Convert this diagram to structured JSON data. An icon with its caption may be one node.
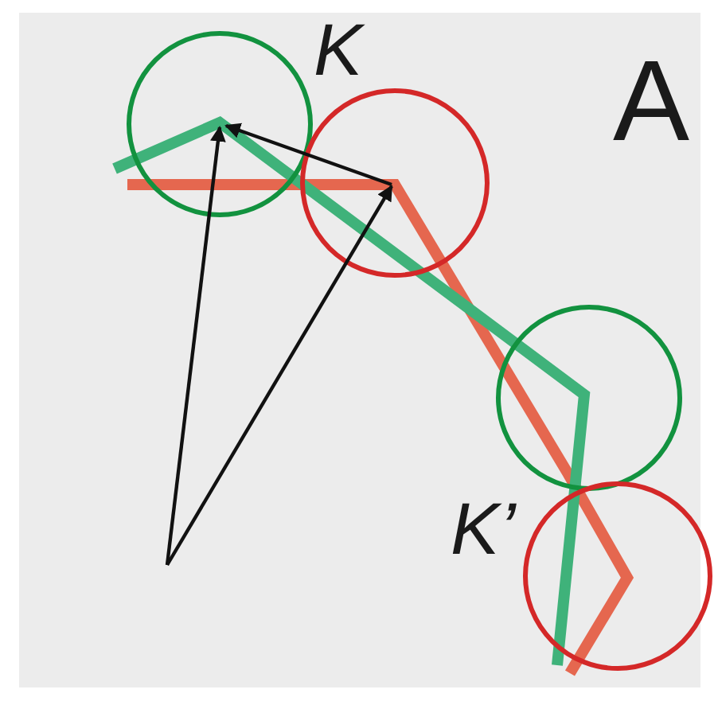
{
  "diagram": {
    "labels": [
      "K",
      "A",
      "K’"
    ]
  }
}
